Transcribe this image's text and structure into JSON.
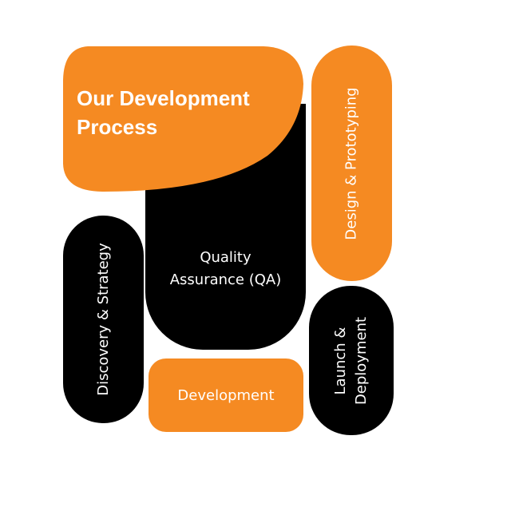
{
  "title": {
    "line1": "Our Development",
    "line2": "Process"
  },
  "steps": {
    "qa": {
      "line1": "Quality",
      "line2": "Assurance (QA)"
    },
    "design": "Design & Prototyping",
    "discovery": "Discovery & Strategy",
    "development": "Development",
    "launch": {
      "line1": "Launch &",
      "line2": "Deployment"
    }
  },
  "colors": {
    "orange": "#F58A22",
    "black": "#000000"
  }
}
